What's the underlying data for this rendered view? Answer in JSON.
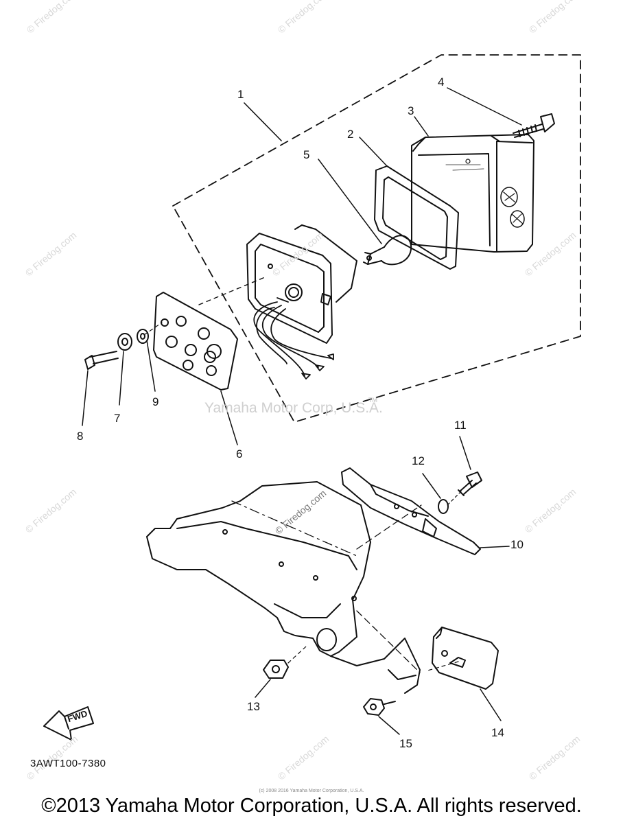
{
  "watermark": {
    "site": "© Firedog.com",
    "maker": "Yamaha Motor Corp, U.S.A.",
    "tm": "TM"
  },
  "callouts": [
    {
      "id": "c1",
      "label": "1"
    },
    {
      "id": "c2",
      "label": "2"
    },
    {
      "id": "c3",
      "label": "3"
    },
    {
      "id": "c4",
      "label": "4"
    },
    {
      "id": "c5",
      "label": "5"
    },
    {
      "id": "c6",
      "label": "6"
    },
    {
      "id": "c7",
      "label": "7"
    },
    {
      "id": "c8",
      "label": "8"
    },
    {
      "id": "c9",
      "label": "9"
    },
    {
      "id": "c10",
      "label": "10"
    },
    {
      "id": "c11",
      "label": "11"
    },
    {
      "id": "c12",
      "label": "12"
    },
    {
      "id": "c13",
      "label": "13"
    },
    {
      "id": "c14",
      "label": "14"
    },
    {
      "id": "c15",
      "label": "15"
    }
  ],
  "fwd_label": "FWD",
  "diagram_code": "3AWT100-7380",
  "footer": {
    "copyright": "©2013 Yamaha Motor Corporation, U.S.A. All rights reserved.",
    "tiny_note": "(c) 2008 2016 Yamaha Motor Corporation, U.S.A."
  }
}
